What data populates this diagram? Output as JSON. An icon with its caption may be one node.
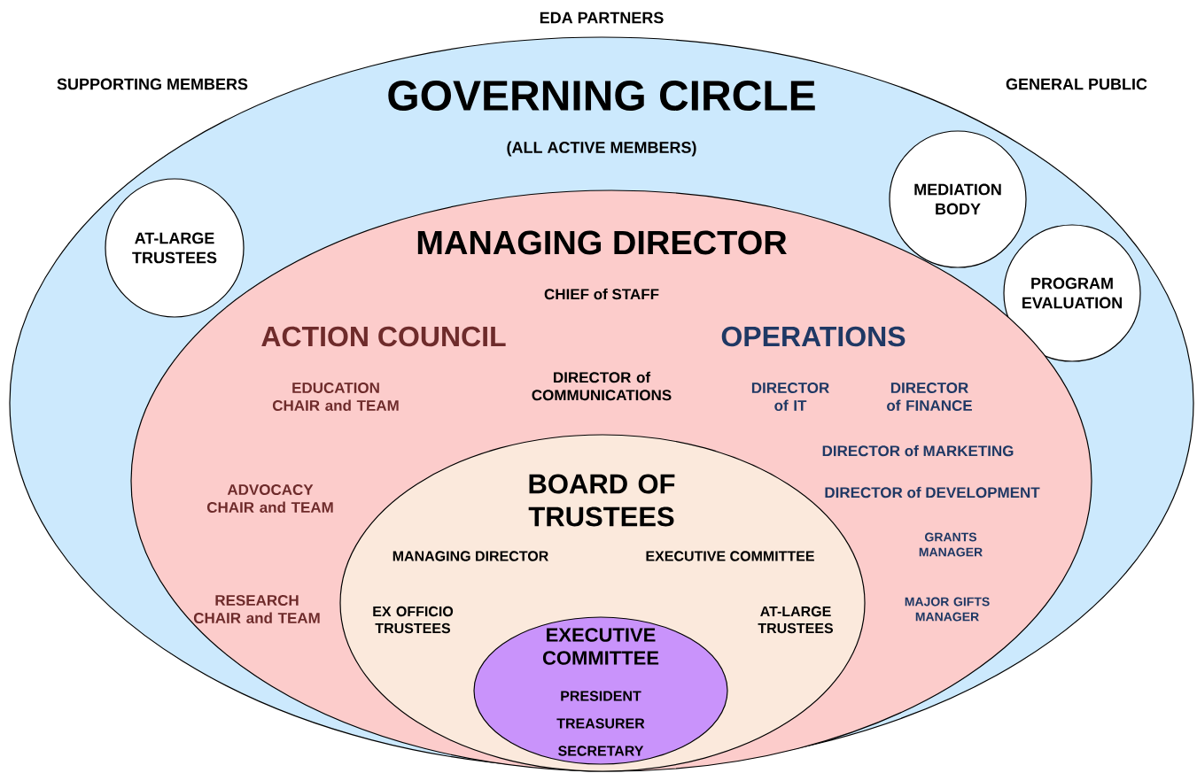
{
  "diagram": {
    "nodes": [
      {
        "text": [
          "GOVERNING CIRCLE",
          "(ALL ACTIVE MEMBERS)"
        ]
      },
      {
        "text": [
          "AT-LARGE TRUSTEES"
        ],
        "in": 0
      },
      {
        "text": [
          "MEDIATION BODY"
        ],
        "in": 0
      },
      {
        "text": [
          "PROGRAM EVALUATION"
        ],
        "in": 0
      },
      {
        "text": [
          "MANAGING DIRECTOR",
          "CHIEF of STAFF",
          "ACTION COUNCIL",
          "OPERATIONS",
          "EDUCATION CHAIR and TEAM",
          "DIRECTOR of COMMUNICATIONS",
          "DIRECTOR of IT",
          "DIRECTOR of FINANCE",
          "DIRECTOR of MARKETING",
          "ADVOCACY CHAIR and TEAM",
          "DIRECTOR of DEVELOPMENT",
          "GRANTS MANAGER",
          "RESEARCH CHAIR and TEAM",
          "MAJOR GIFTS MANAGER"
        ],
        "in": 0
      },
      {
        "text": [
          "BOARD OF TRUSTEES",
          "MANAGING DIRECTOR",
          "EXECUTIVE COMMITTEE",
          "EX OFFICIO TRUSTEES",
          "AT-LARGE TRUSTEES"
        ],
        "in": 4
      },
      {
        "text": [
          "EXECUTIVE COMMITTEE",
          "PRESIDENT",
          "TREASURER",
          "SECRETARY"
        ],
        "in": 5
      }
    ],
    "labels": [
      "EDA PARTNERS",
      "SUPPORTING MEMBERS",
      "GENERAL PUBLIC"
    ]
  }
}
